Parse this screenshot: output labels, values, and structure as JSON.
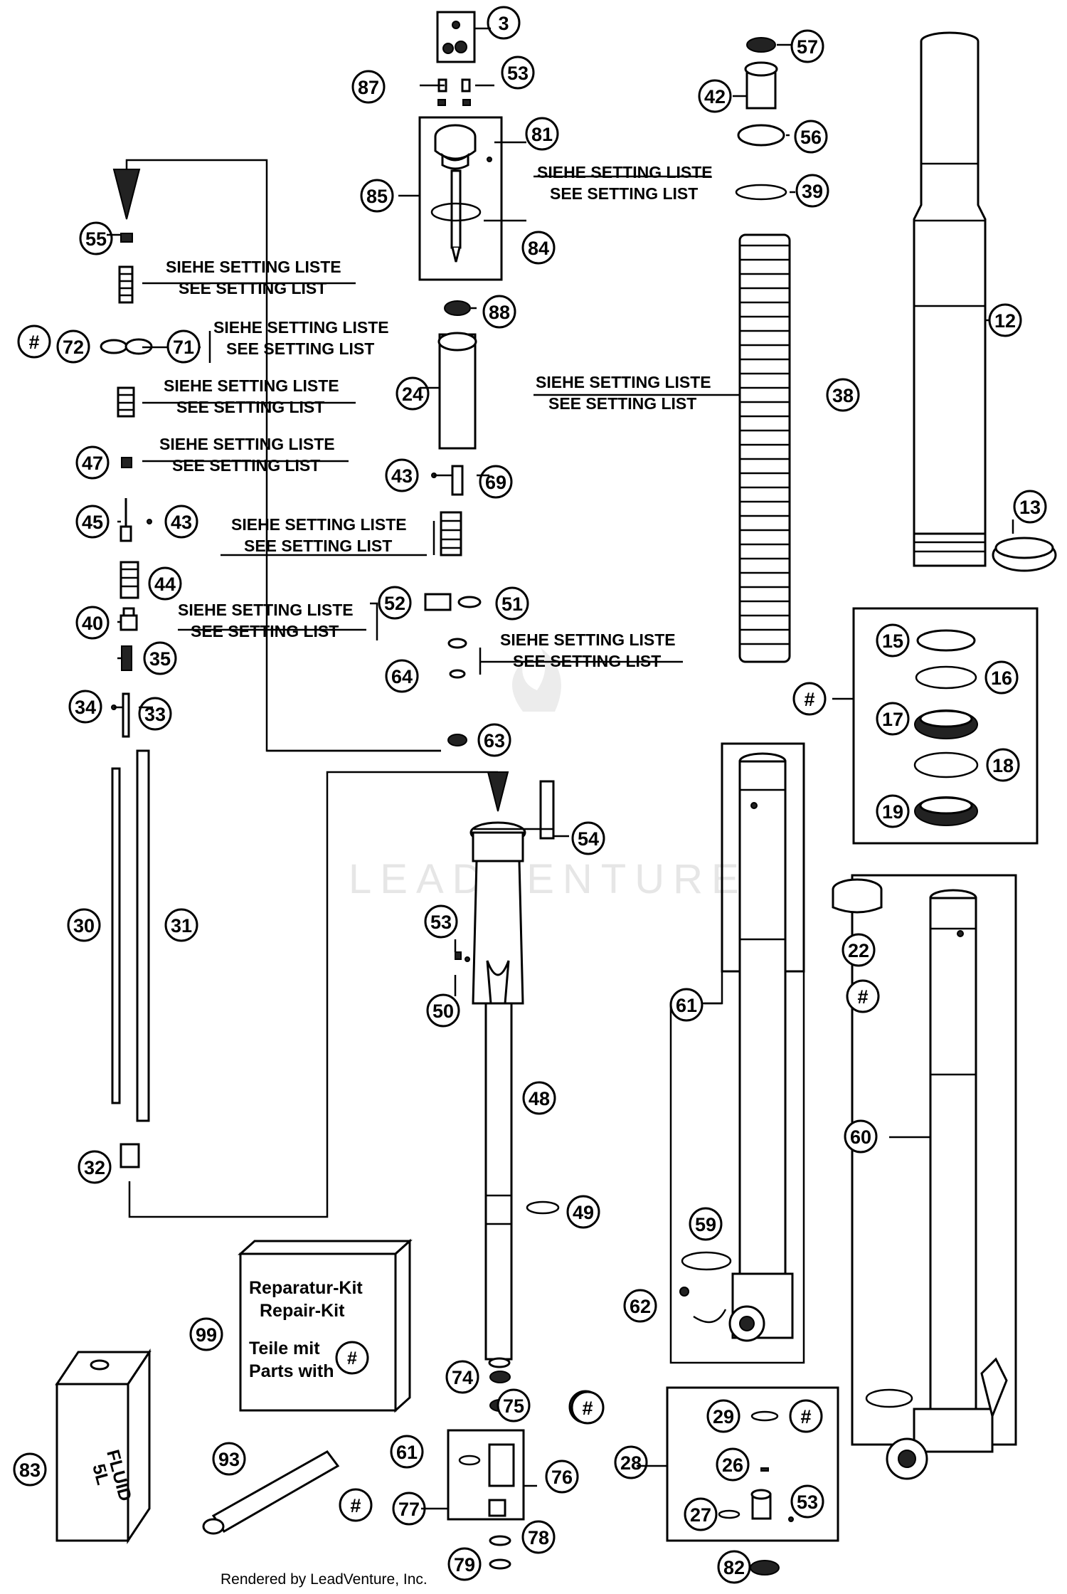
{
  "diagram": {
    "setting_label_de": "SIEHE SETTING LISTE",
    "setting_label_en": "SEE SETTING LIST",
    "watermark": "LEADVENTURE",
    "footer": "Rendered by LeadVenture, Inc.",
    "kit_line1": "Reparatur-Kit",
    "kit_line2": "Repair-Kit",
    "kit_line3": "Teile mit",
    "kit_line4": "Parts with",
    "kit_symbol": "#",
    "can_line1": "FLUID",
    "can_line2": "5L",
    "callouts": [
      "3",
      "87",
      "53",
      "81",
      "85",
      "84",
      "57",
      "42",
      "56",
      "39",
      "12",
      "55",
      "72",
      "71",
      "88",
      "24",
      "38",
      "47",
      "43",
      "69",
      "45",
      "43",
      "44",
      "13",
      "40",
      "52",
      "51",
      "35",
      "64",
      "34",
      "33",
      "63",
      "15",
      "16",
      "17",
      "18",
      "19",
      "54",
      "30",
      "31",
      "53",
      "50",
      "22",
      "61",
      "48",
      "60",
      "32",
      "49",
      "59",
      "62",
      "99",
      "74",
      "75",
      "83",
      "93",
      "61",
      "76",
      "77",
      "78",
      "79",
      "28",
      "29",
      "26",
      "27",
      "53",
      "82",
      "#",
      "#",
      "#",
      "#",
      "#",
      "#",
      "#"
    ]
  }
}
